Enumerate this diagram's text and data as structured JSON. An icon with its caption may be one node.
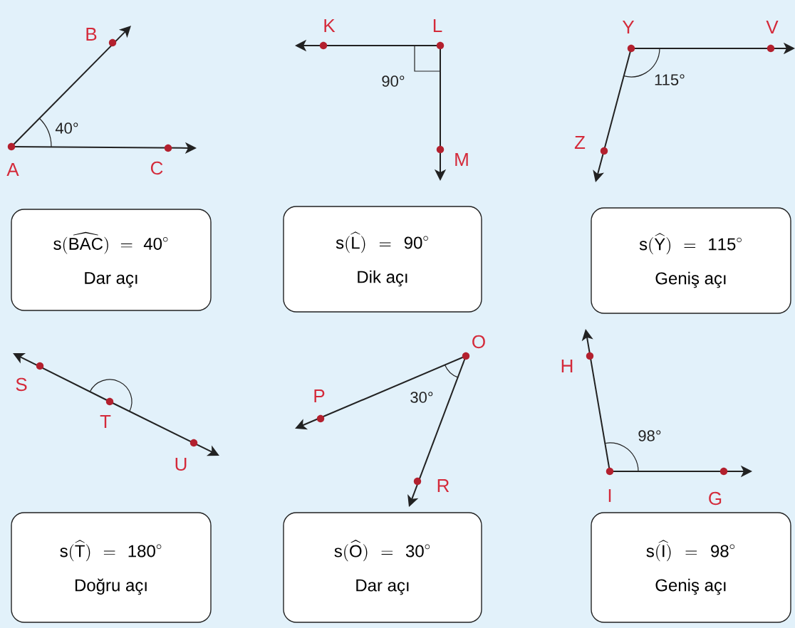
{
  "diagram": {
    "nodes": [
      {
        "text": [
          "\\mathsf{s}(\\widehat{\\mathsf{BAC}}) = \\mathsf{40}^{\\circ}",
          "Dar açı"
        ]
      },
      {
        "text": [
          "\\mathsf{s}(\\widehat{\\mathsf{L}}) = \\mathsf{90}^{\\circ}",
          "Dik açı"
        ]
      },
      {
        "text": [
          "\\mathsf{s}(\\widehat{\\mathsf{Y}}) = \\mathsf{115}^{\\circ}",
          "Geniş açı"
        ]
      },
      {
        "text": [
          "\\mathsf{s}(\\widehat{\\mathsf{T}}) = \\mathsf{180}^{\\circ}",
          "Doğru açı"
        ]
      },
      {
        "text": [
          "\\mathsf{s}(\\widehat{\\mathsf{O}}) = \\mathsf{30}^{\\circ}",
          "Dar açı"
        ]
      },
      {
        "text": [
          "\\mathsf{s}(\\widehat{\\mathsf{I}}) = \\mathsf{98}^{\\circ}",
          "Geniş açı"
        ]
      }
    ],
    "labels": [
      "B",
      "40°",
      "A",
      "C",
      "K",
      "L",
      "90°",
      "M",
      "Y",
      "V",
      "115°",
      "Z",
      "S",
      "T",
      "U",
      "O",
      "P",
      "30°",
      "R",
      "H",
      "98°",
      "I",
      "G"
    ]
  }
}
